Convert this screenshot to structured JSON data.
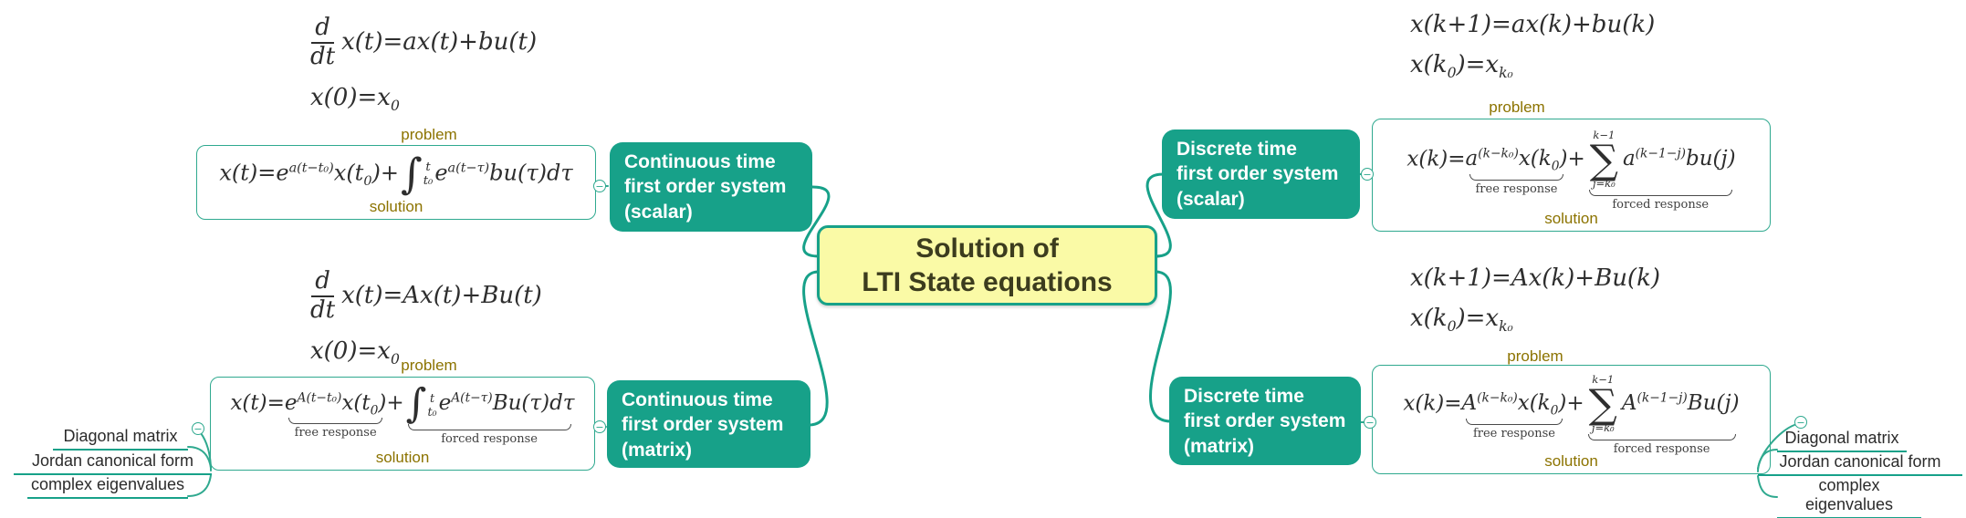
{
  "title": {
    "text": "Solution of\nLTI State equations"
  },
  "colors": {
    "teal": "#17A189",
    "node_fill": "#17A189",
    "center_fill": "#FAFAA6",
    "center_border": "#17A189",
    "label_olive": "#8C7300",
    "equation": "#2E2E2E"
  },
  "collapse_glyph": "−",
  "branches": {
    "ct_scalar": {
      "label": "Continuous time\nfirst order system\n(scalar)",
      "problem_label": "problem",
      "solution_label": "solution",
      "problem": [
        [
          {
            "frac": [
              "d",
              "dt"
            ]
          },
          "x(t)=ax(t)+bu(t)"
        ],
        [
          "x(0)=x",
          {
            "sub": "0"
          }
        ]
      ],
      "solution": [
        "x(t)=e",
        {
          "sup": "a(t−t₀)"
        },
        "x(t",
        {
          "sub": "0"
        },
        ")+",
        {
          "int": {
            "hi": "t",
            "lo": "t₀"
          }
        },
        "e",
        {
          "sup": "a(t−τ)"
        },
        "bu(τ)dτ"
      ]
    },
    "ct_matrix": {
      "label": "Continuous time\nfirst order system\n(matrix)",
      "problem_label": "problem",
      "solution_label": "solution",
      "problem": [
        [
          {
            "frac": [
              "d",
              "dt"
            ]
          },
          "x(t)=Ax(t)+Bu(t)"
        ],
        [
          "x(0)=x",
          {
            "sub": "0"
          }
        ]
      ],
      "solution": [
        "x(t)=",
        {
          "ub": {
            "label": "free response",
            "t": [
              "e",
              {
                "sup": "A(t−t₀)"
              },
              "x(t",
              {
                "sub": "0"
              },
              ")"
            ]
          }
        },
        "+",
        {
          "ub": {
            "label": "forced response",
            "t": [
              {
                "int": {
                  "hi": "t",
                  "lo": "t₀"
                }
              },
              "e",
              {
                "sup": "A(t−τ)"
              },
              "Bu(τ)dτ"
            ]
          }
        }
      ]
    },
    "dt_scalar": {
      "label": "Discrete time\nfirst order system\n(scalar)",
      "problem_label": "problem",
      "solution_label": "solution",
      "problem": [
        [
          "x(k+1)=ax(k)+bu(k)"
        ],
        [
          "x(k",
          {
            "sub": "0"
          },
          ")=x",
          {
            "sub": "k₀"
          }
        ]
      ],
      "solution": [
        "x(k)=",
        {
          "ub": {
            "label": "free response",
            "t": [
              "a",
              {
                "sup": "(k−k₀)"
              },
              "x(k",
              {
                "sub": "0"
              },
              ")"
            ]
          }
        },
        "+",
        {
          "ub": {
            "label": "forced response",
            "t": [
              {
                "sum": {
                  "hi": "k−1",
                  "lo": "j=k₀"
                }
              },
              "a",
              {
                "sup": "(k−1−j)"
              },
              "bu(j)"
            ]
          }
        }
      ]
    },
    "dt_matrix": {
      "label": "Discrete time\nfirst order system\n(matrix)",
      "problem_label": "problem",
      "solution_label": "solution",
      "problem": [
        [
          "x(k+1)=Ax(k)+Bu(k)"
        ],
        [
          "x(k",
          {
            "sub": "0"
          },
          ")=x",
          {
            "sub": "k₀"
          }
        ]
      ],
      "solution": [
        "x(k)=",
        {
          "ub": {
            "label": "free response",
            "t": [
              "A",
              {
                "sup": "(k−k₀)"
              },
              "x(k",
              {
                "sub": "0"
              },
              ")"
            ]
          }
        },
        "+",
        {
          "ub": {
            "label": "forced response",
            "t": [
              {
                "sum": {
                  "hi": "k−1",
                  "lo": "j=k₀"
                }
              },
              "A",
              {
                "sup": "(k−1−j)"
              },
              "Bu(j)"
            ]
          }
        }
      ]
    }
  },
  "leaves_left": [
    "Diagonal matrix",
    "Jordan canonical form",
    "complex eigenvalues"
  ],
  "leaves_right": [
    "Diagonal matrix",
    "Jordan canonical form",
    "complex eigenvalues"
  ]
}
